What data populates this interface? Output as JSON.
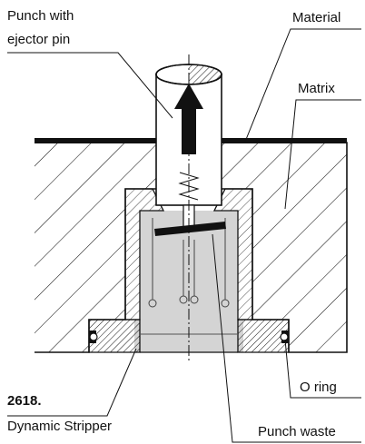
{
  "labels": {
    "punch_line1": "Punch with",
    "punch_line2": "ejector pin",
    "material": "Material",
    "matrix": "Matrix",
    "product_number": "2618.",
    "product_name": "Dynamic Stripper",
    "o_ring": "O ring",
    "punch_waste": "Punch waste"
  },
  "colors": {
    "line": "#111111",
    "steel_fill": "#b8b8b8",
    "interior_fill": "#d4d4d4",
    "punch_fill": "#ffffff"
  },
  "icons": {
    "motion_arrow": "arrow-up-icon"
  }
}
